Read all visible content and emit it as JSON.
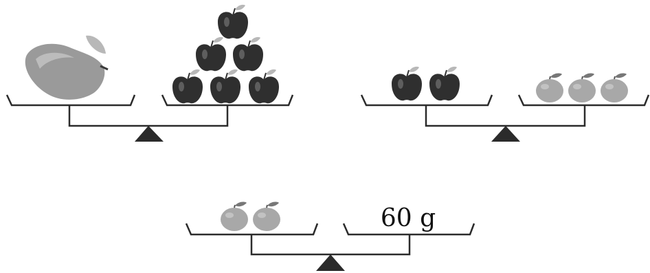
{
  "colors": {
    "line": "#2b2b2b",
    "apple": "#2f2f2f",
    "orange": "#a8a8a8",
    "mango": "#9a9a9a",
    "leaf": "#b8b8b8",
    "background": "#ffffff"
  },
  "scales": [
    {
      "left_pan": {
        "items": [
          {
            "kind": "mango-icon",
            "count": 1
          }
        ]
      },
      "right_pan": {
        "items": [
          {
            "kind": "apple-icon",
            "count": 6
          }
        ]
      }
    },
    {
      "left_pan": {
        "items": [
          {
            "kind": "apple-icon",
            "count": 2
          }
        ]
      },
      "right_pan": {
        "items": [
          {
            "kind": "orange-icon",
            "count": 3
          }
        ]
      }
    },
    {
      "left_pan": {
        "items": [
          {
            "kind": "orange-icon",
            "count": 2
          }
        ]
      },
      "right_pan": {
        "weight_label": "60 g"
      }
    }
  ]
}
